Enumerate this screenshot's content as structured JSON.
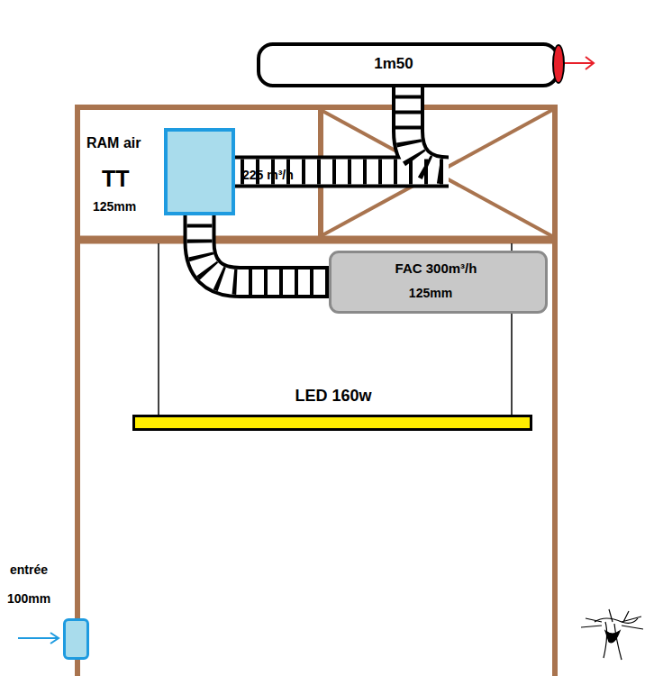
{
  "diagram": {
    "nodes": [
      {
        "text": [
          "1m50"
        ]
      },
      {
        "text": [
          "RAM air",
          "TT",
          "125mm",
          "225 m³/h"
        ]
      },
      {
        "text": [
          "FAC 300m³/h",
          "125mm"
        ]
      },
      {
        "text": [
          "LED 160w"
        ]
      },
      {
        "text": [
          "entrée",
          "100mm"
        ]
      }
    ],
    "edges": [
      {
        "from": 2,
        "to": 1,
        "arrow": "none"
      },
      {
        "from": 1,
        "to": 0,
        "arrow": "none"
      }
    ]
  }
}
